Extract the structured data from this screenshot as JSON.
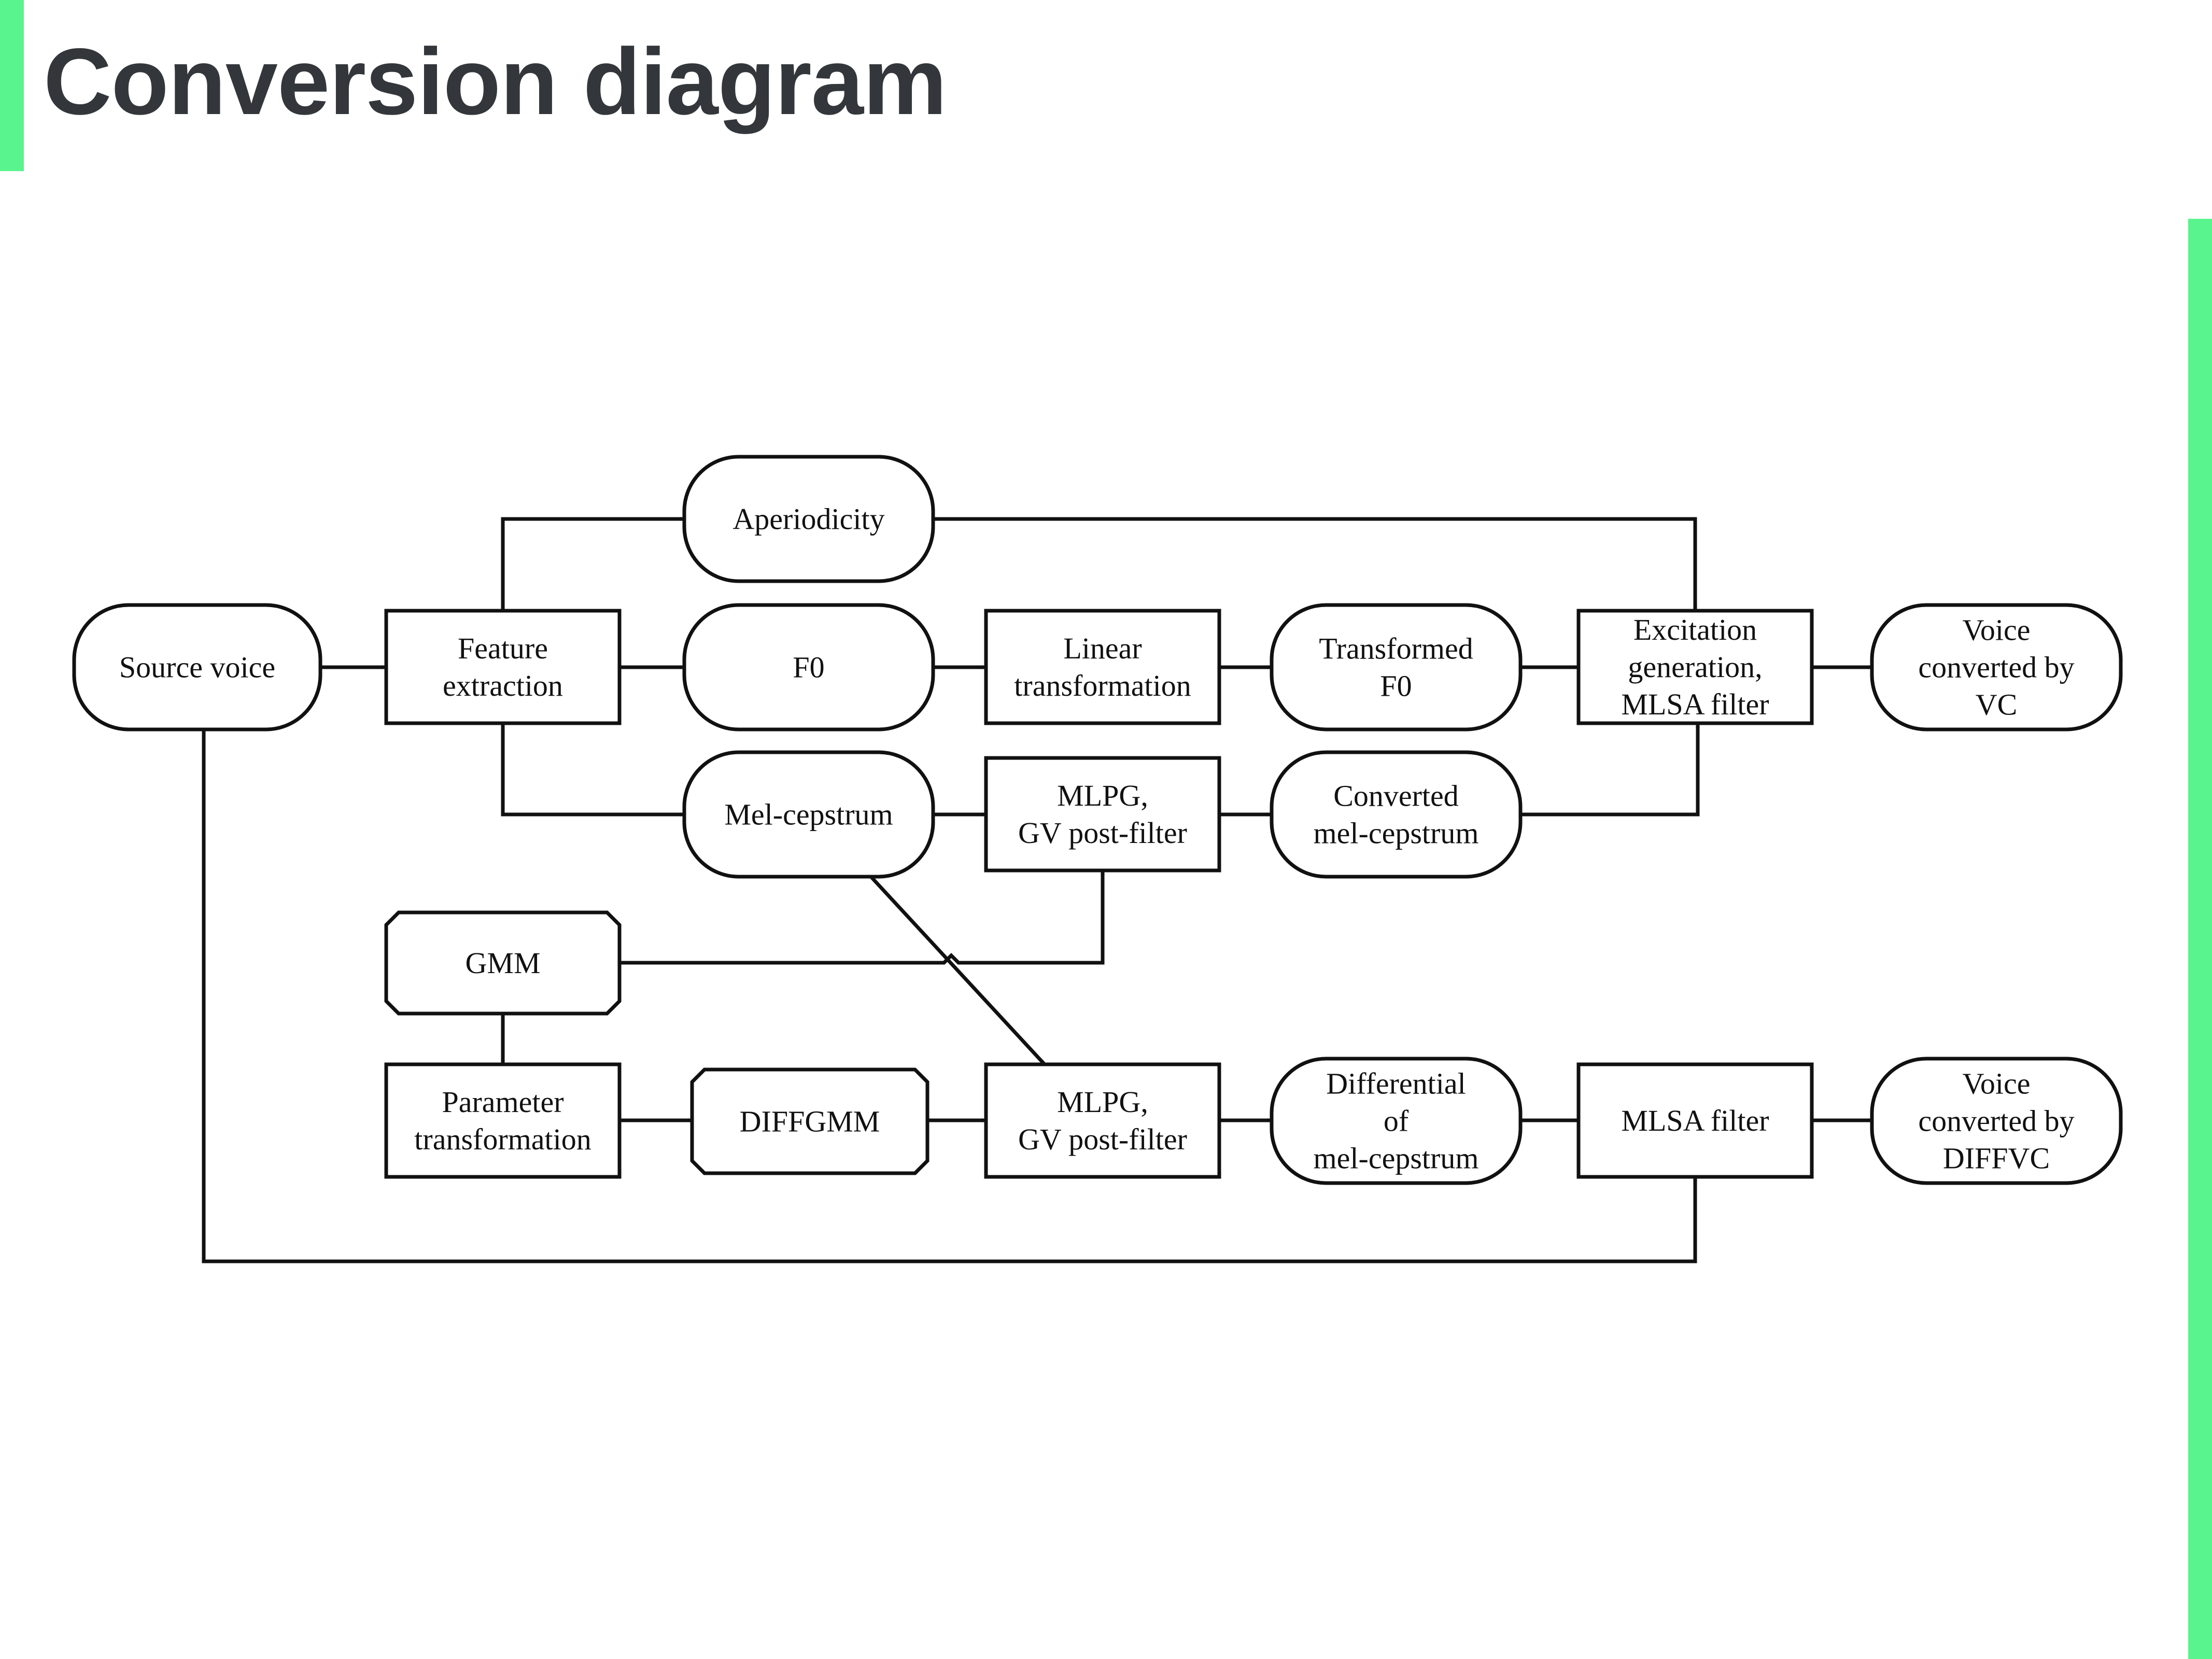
{
  "page": {
    "title": "Conversion diagram"
  },
  "colors": {
    "accent": "#59f48e",
    "title_text": "#33373b",
    "stroke": "#111111",
    "node_fill": "#ffffff"
  },
  "nodes": {
    "source_voice": {
      "lines": [
        "Source voice"
      ],
      "shape": "rounded"
    },
    "feature_extraction": {
      "lines": [
        "Feature",
        "extraction"
      ],
      "shape": "rect"
    },
    "aperiodicity": {
      "lines": [
        "Aperiodicity"
      ],
      "shape": "rounded"
    },
    "f0": {
      "lines": [
        "F0"
      ],
      "shape": "rounded"
    },
    "mel_cepstrum": {
      "lines": [
        "Mel-cepstrum"
      ],
      "shape": "rounded"
    },
    "linear_transformation": {
      "lines": [
        "Linear",
        "transformation"
      ],
      "shape": "rect"
    },
    "transformed_f0": {
      "lines": [
        "Transformed",
        "F0"
      ],
      "shape": "rounded"
    },
    "mlpg_gv_upper": {
      "lines": [
        "MLPG,",
        "GV post-filter"
      ],
      "shape": "rect"
    },
    "converted_mel_cepstrum": {
      "lines": [
        "Converted",
        "mel-cepstrum"
      ],
      "shape": "rounded"
    },
    "excitation_mlsa": {
      "lines": [
        "Excitation",
        "generation,",
        "MLSA filter"
      ],
      "shape": "rect"
    },
    "voice_vc": {
      "lines": [
        "Voice",
        "converted by",
        "VC"
      ],
      "shape": "rounded"
    },
    "gmm": {
      "lines": [
        "GMM"
      ],
      "shape": "chamfered"
    },
    "parameter_transformation": {
      "lines": [
        "Parameter",
        "transformation"
      ],
      "shape": "rect"
    },
    "diffgmm": {
      "lines": [
        "DIFFGMM"
      ],
      "shape": "chamfered"
    },
    "mlpg_gv_lower": {
      "lines": [
        "MLPG,",
        "GV post-filter"
      ],
      "shape": "rect"
    },
    "differential_mel_cepstrum": {
      "lines": [
        "Differential",
        "of",
        "mel-cepstrum"
      ],
      "shape": "rounded"
    },
    "mlsa_filter": {
      "lines": [
        "MLSA filter"
      ],
      "shape": "rect"
    },
    "voice_diffvc": {
      "lines": [
        "Voice",
        "converted by",
        "DIFFVC"
      ],
      "shape": "rounded"
    }
  },
  "edges": [
    {
      "from": "source_voice",
      "to": "feature_extraction"
    },
    {
      "from": "feature_extraction",
      "to": "aperiodicity"
    },
    {
      "from": "feature_extraction",
      "to": "f0"
    },
    {
      "from": "feature_extraction",
      "to": "mel_cepstrum"
    },
    {
      "from": "aperiodicity",
      "to": "excitation_mlsa"
    },
    {
      "from": "f0",
      "to": "linear_transformation"
    },
    {
      "from": "linear_transformation",
      "to": "transformed_f0"
    },
    {
      "from": "transformed_f0",
      "to": "excitation_mlsa"
    },
    {
      "from": "excitation_mlsa",
      "to": "voice_vc"
    },
    {
      "from": "mel_cepstrum",
      "to": "mlpg_gv_upper"
    },
    {
      "from": "mlpg_gv_upper",
      "to": "converted_mel_cepstrum"
    },
    {
      "from": "converted_mel_cepstrum",
      "to": "excitation_mlsa"
    },
    {
      "from": "gmm",
      "to": "mlpg_gv_upper"
    },
    {
      "from": "gmm",
      "to": "parameter_transformation"
    },
    {
      "from": "mel_cepstrum",
      "to": "mlpg_gv_lower"
    },
    {
      "from": "parameter_transformation",
      "to": "diffgmm"
    },
    {
      "from": "diffgmm",
      "to": "mlpg_gv_lower"
    },
    {
      "from": "mlpg_gv_lower",
      "to": "differential_mel_cepstrum"
    },
    {
      "from": "differential_mel_cepstrum",
      "to": "mlsa_filter"
    },
    {
      "from": "mlsa_filter",
      "to": "voice_diffvc"
    },
    {
      "from": "source_voice",
      "to": "mlsa_filter"
    }
  ]
}
